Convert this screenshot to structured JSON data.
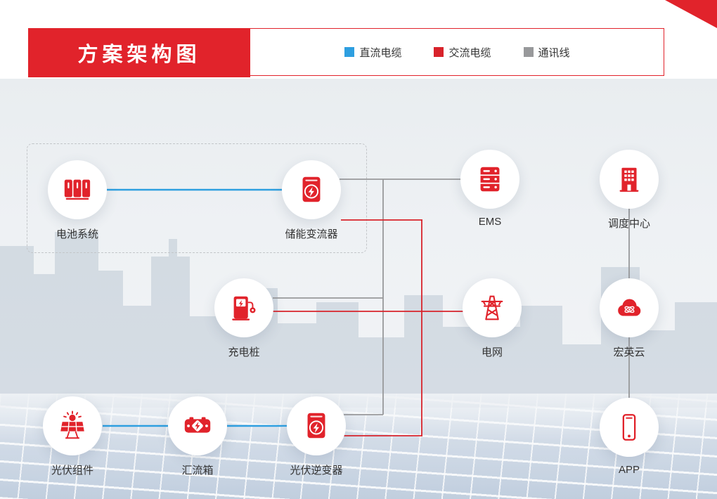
{
  "header": {
    "title": "方案架构图",
    "legend": [
      {
        "label": "直流电缆",
        "type": "dc"
      },
      {
        "label": "交流电缆",
        "type": "ac"
      },
      {
        "label": "通讯线",
        "type": "comm"
      }
    ]
  },
  "colors": {
    "accent-red": "#e1232b",
    "dc-blue": "#2e9fe0",
    "ac-red": "#d8232b",
    "comm-gray": "#98999b"
  },
  "nodes": [
    {
      "id": "battery-system",
      "label": "电池系统",
      "icon": "battery-cabinet-icon"
    },
    {
      "id": "pcs",
      "label": "储能变流器",
      "icon": "inverter-bolt-icon"
    },
    {
      "id": "ems",
      "label": "EMS",
      "icon": "server-rack-icon"
    },
    {
      "id": "dispatch-center",
      "label": "调度中心",
      "icon": "building-icon"
    },
    {
      "id": "charging-pile",
      "label": "充电桩",
      "icon": "ev-charger-icon"
    },
    {
      "id": "power-grid",
      "label": "电网",
      "icon": "transmission-tower-icon"
    },
    {
      "id": "cloud-platform",
      "label": "宏英云",
      "icon": "cloud-icon"
    },
    {
      "id": "pv-module",
      "label": "光伏组件",
      "icon": "solar-panel-icon"
    },
    {
      "id": "combiner-box",
      "label": "汇流箱",
      "icon": "combiner-box-icon"
    },
    {
      "id": "pv-inverter",
      "label": "光伏逆变器",
      "icon": "inverter-bolt-icon"
    },
    {
      "id": "app",
      "label": "APP",
      "icon": "smartphone-icon"
    }
  ],
  "connections": [
    {
      "from": "battery-system",
      "to": "pcs",
      "type": "dc"
    },
    {
      "from": "pv-module",
      "to": "combiner-box",
      "type": "dc"
    },
    {
      "from": "combiner-box",
      "to": "pv-inverter",
      "type": "dc"
    },
    {
      "from": "pcs",
      "to": "ems",
      "type": "comm"
    },
    {
      "from": "charging-pile",
      "to": "ems",
      "type": "comm"
    },
    {
      "from": "pv-inverter",
      "to": "ems",
      "type": "comm"
    },
    {
      "from": "pcs",
      "to": "power-grid",
      "type": "ac"
    },
    {
      "from": "charging-pile",
      "to": "power-grid",
      "type": "ac"
    },
    {
      "from": "pv-inverter",
      "to": "power-grid",
      "type": "ac"
    },
    {
      "from": "dispatch-center",
      "to": "cloud-platform",
      "type": "comm"
    },
    {
      "from": "cloud-platform",
      "to": "app",
      "type": "comm"
    }
  ]
}
